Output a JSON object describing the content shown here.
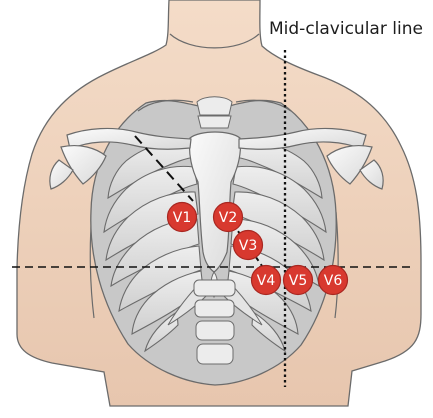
{
  "diagram": {
    "guide_line_label": "Mid-clavicular line",
    "lead_labels": {
      "v1": "V1",
      "v2": "V2",
      "v3": "V3",
      "v4": "V4",
      "v5": "V5",
      "v6": "V6"
    }
  },
  "colors": {
    "skin": "#f0d5bf",
    "bone": "#f4f4f4",
    "bone_shadow": "#b8b8b8",
    "outline": "#5c5c5c",
    "electrode": "#d8392f",
    "electrode_text": "#ffffff",
    "guide_line": "#111111"
  }
}
